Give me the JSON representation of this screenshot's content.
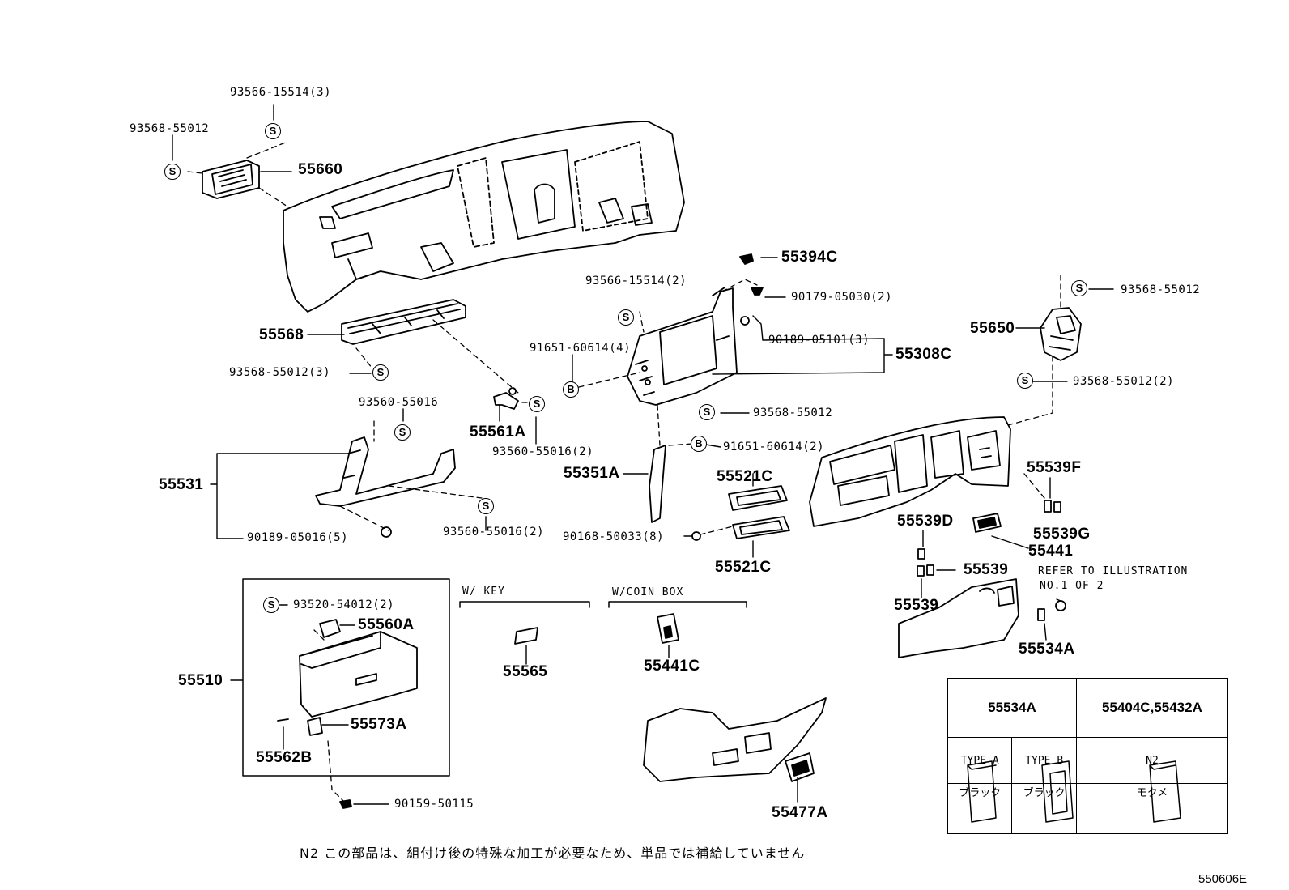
{
  "diagram_id": "550606E",
  "note": "N2  この部品は、組付け後の特殊な加工が必要なため、単品では補給していません",
  "refer_text": [
    "REFER TO ILLUSTRATION",
    "NO.1 OF 2"
  ],
  "groups": {
    "key": "W/ KEY",
    "coin": "W/COIN BOX"
  },
  "symbol_s": "S",
  "symbol_b": "B",
  "labels": {
    "p93566_15514_3": "93566-15514(3)",
    "p93568_55012_a": "93568-55012",
    "p55660": "55660",
    "p55568": "55568",
    "p93568_55012_3": "93568-55012(3)",
    "p93560_55016_a": "93560-55016",
    "p55561A": "55561A",
    "p93560_55016_2a": "93560-55016(2)",
    "p55531": "55531",
    "p93560_55016_2b": "93560-55016(2)",
    "p90189_05016_5": "90189-05016(5)",
    "p55394C": "55394C",
    "p93566_15514_2": "93566-15514(2)",
    "p90179_05030_2": "90179-05030(2)",
    "p90189_05101_3": "90189-05101(3)",
    "p55308C": "55308C",
    "p91651_60614_4": "91651-60614(4)",
    "p93568_55012_b": "93568-55012",
    "p91651_60614_2": "91651-60614(2)",
    "p55351A": "55351A",
    "p55521C_a": "55521C",
    "p90168_50033_8": "90168-50033(8)",
    "p55521C_b": "55521C",
    "p93568_55012_c": "93568-55012",
    "p55650": "55650",
    "p93568_55012_2": "93568-55012(2)",
    "p55539F": "55539F",
    "p55539G": "55539G",
    "p55539D": "55539D",
    "p55441": "55441",
    "p55539_a": "55539",
    "p55539_b": "55539",
    "p55534A": "55534A",
    "p93520_54012_2": "93520-54012(2)",
    "p55560A": "55560A",
    "p55510": "55510",
    "p55573A": "55573A",
    "p55562B": "55562B",
    "p90159_50115": "90159-50115",
    "p55565": "55565",
    "p55441C": "55441C",
    "p55477A": "55477A"
  },
  "table": {
    "h1": "55534A",
    "h2": "55404C,55432A",
    "type_a": "TYPE A",
    "type_b": "TYPE B",
    "n2": "N2",
    "black_a": "ブラック",
    "black_b": "ブラック",
    "mokume": "モクメ"
  }
}
